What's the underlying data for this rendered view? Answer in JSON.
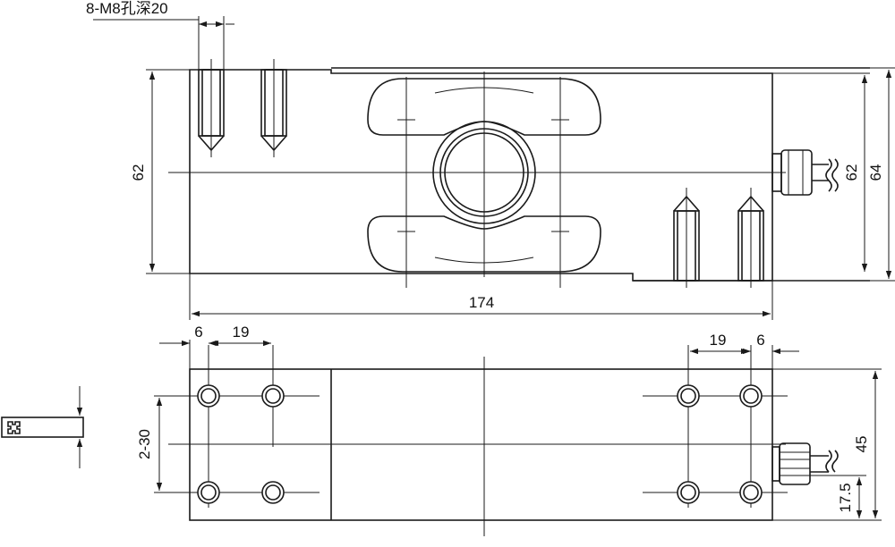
{
  "annotations": {
    "hole_note": "8-M8孔深20"
  },
  "dimensions": {
    "side_height_left": "62",
    "side_height_right_inner": "62",
    "side_height_right_outer": "64",
    "length": "174",
    "top_offset_left": "6",
    "top_spacing_left": "19",
    "top_spacing_right": "19",
    "top_offset_right": "6",
    "hole_row_spacing": "2-30",
    "width": "45",
    "cable_offset": "17.5"
  }
}
